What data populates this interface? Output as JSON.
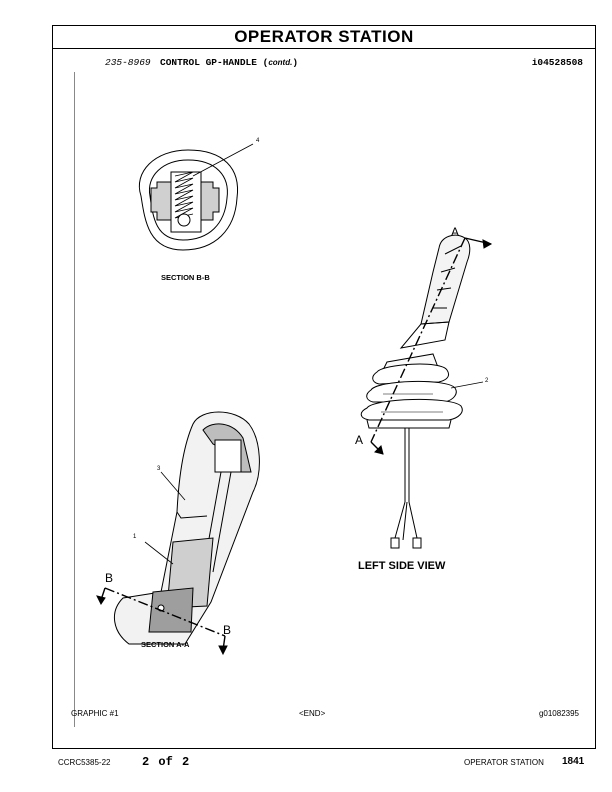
{
  "header": {
    "title": "OPERATOR STATION"
  },
  "part": {
    "number": "235-8969",
    "name": "CONTROL GP-HANDLE (",
    "name_suffix": "contd.",
    "name_close": ")",
    "doc_id": "i04528508"
  },
  "figures": {
    "section_bb": {
      "caption": "SECTION B-B",
      "callout": "4"
    },
    "left_side_view": {
      "caption": "LEFT SIDE VIEW",
      "callout": "2",
      "marker_a_top": "A",
      "marker_a_bottom": "A"
    },
    "section_aa": {
      "caption": "SECTION A-A",
      "callout_1": "1",
      "callout_3": "3",
      "marker_b_top": "B",
      "marker_b_bottom": "B"
    }
  },
  "graphic_row": {
    "label": "GRAPHIC #1",
    "end": "<END>",
    "graphic_id": "g01082395"
  },
  "footer": {
    "doc_code": "CCRC5385-22",
    "page_of": "2 of 2",
    "section": "OPERATOR STATION",
    "page_number": "1841"
  }
}
